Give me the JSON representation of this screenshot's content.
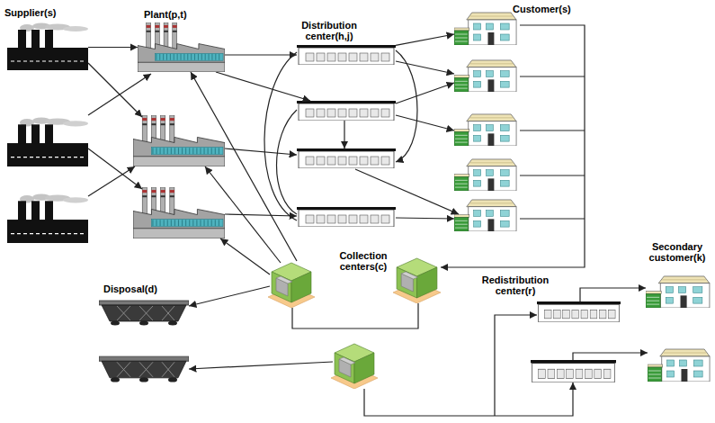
{
  "diagram": {
    "nodes": [
      {
        "text": [
          "Supplier(s)"
        ]
      },
      {
        "text": [
          "Plant(p,t)"
        ]
      },
      {
        "text": [
          "Distribution center(h,j)"
        ]
      },
      {
        "text": [
          "Customer(s)"
        ]
      },
      {
        "text": [
          "Secondary customer(k)"
        ]
      },
      {
        "text": [
          "Collection centers(c)"
        ]
      },
      {
        "text": [
          "Redistribution center(r)"
        ]
      },
      {
        "text": [
          "Disposal(d)"
        ]
      }
    ],
    "edges": [
      {
        "from": 0,
        "to": 1,
        "arrow": "to"
      },
      {
        "from": 1,
        "to": 2,
        "arrow": "to"
      },
      {
        "from": 2,
        "to": 3,
        "arrow": "to"
      },
      {
        "from": 3,
        "to": 5,
        "arrow": "to"
      },
      {
        "from": 6,
        "to": 4,
        "arrow": "to"
      }
    ]
  }
}
